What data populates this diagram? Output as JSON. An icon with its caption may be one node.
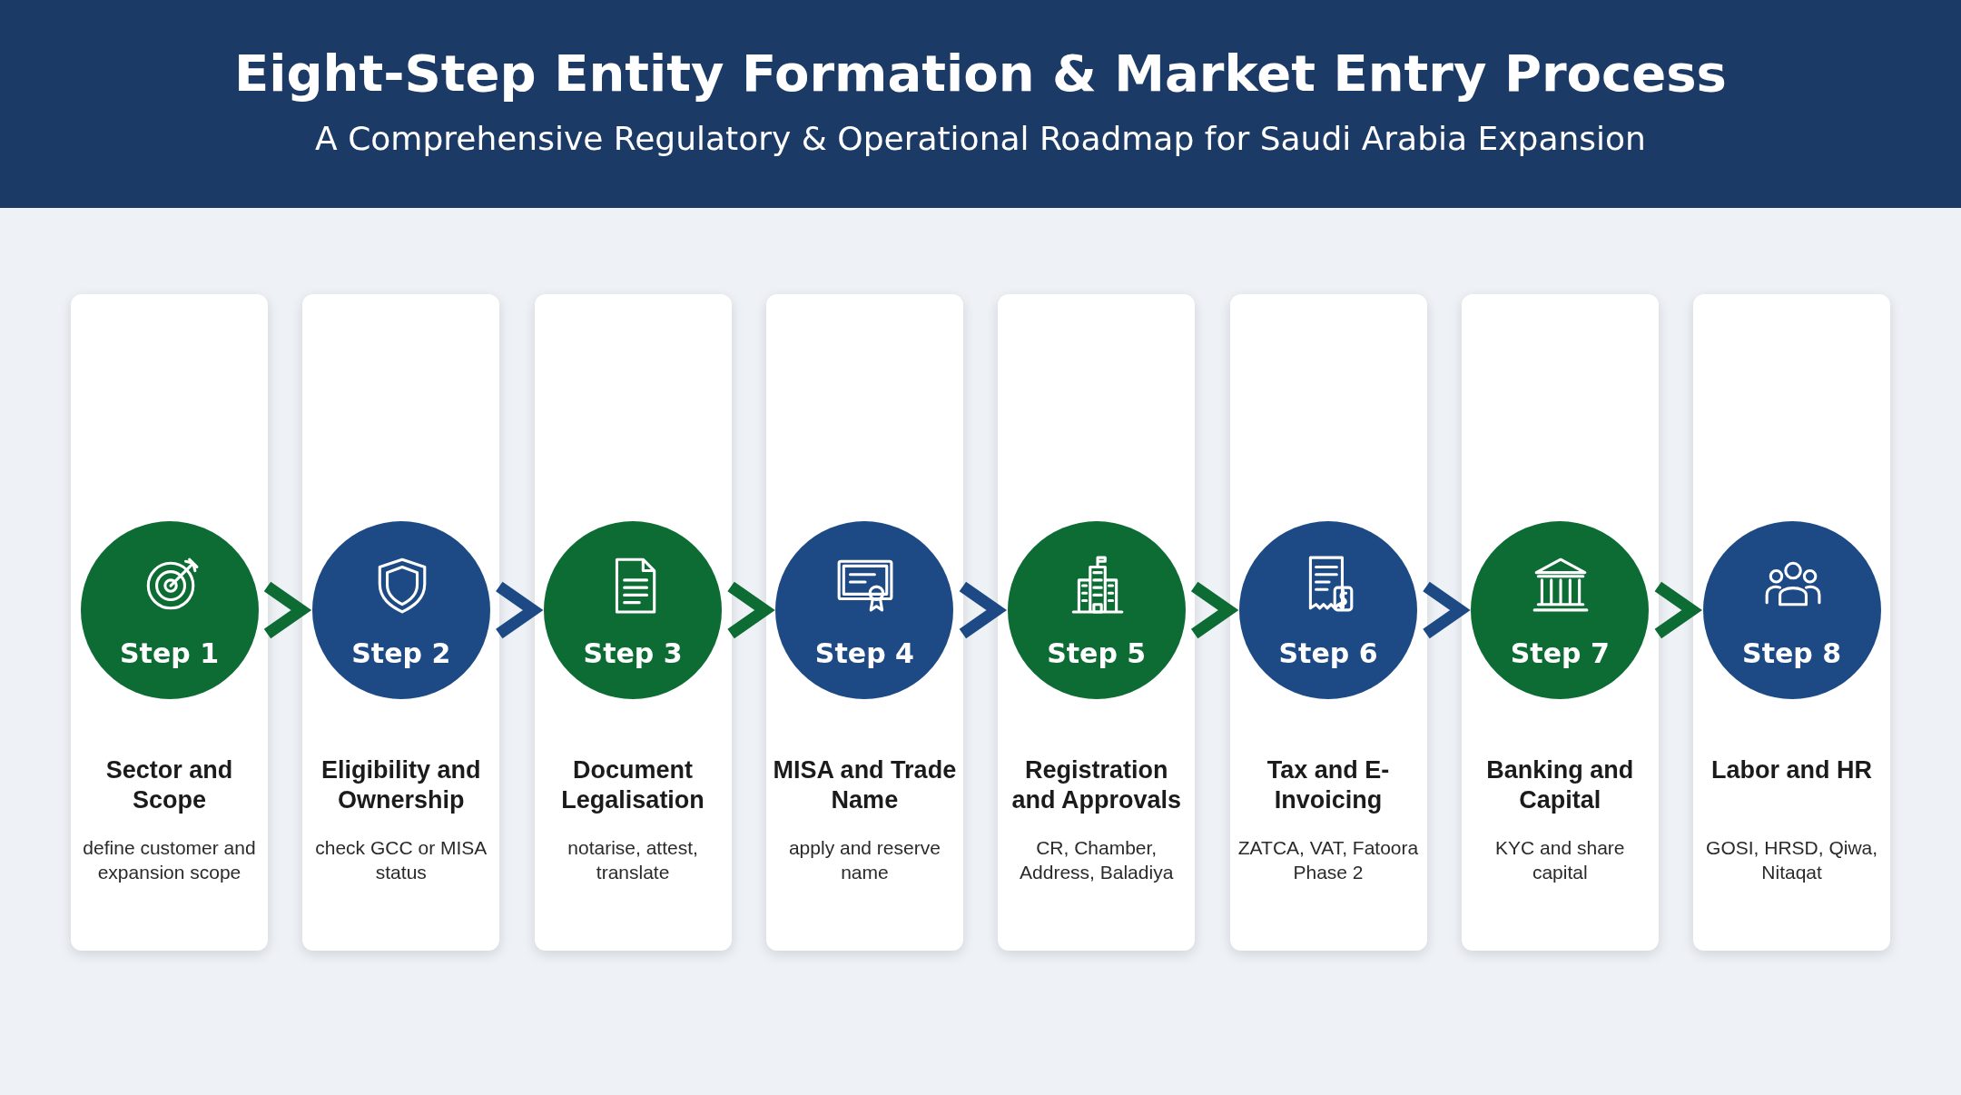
{
  "diagram": {
    "title": "Eight-Step Entity Formation & Market Entry Process",
    "caption": "A Comprehensive Regulatory & Operational Roadmap for Saudi Arabia Expansion",
    "nodes": [
      {
        "text": [
          "Sector and Scope",
          "define customer and expansion scope"
        ]
      },
      {
        "text": [
          "Step 1"
        ],
        "in": 0
      },
      {
        "text": [
          "Eligibility and Ownership",
          "check GCC or MISA status"
        ]
      },
      {
        "text": [
          "Step 2"
        ],
        "in": 2
      },
      {
        "text": [
          "Document Legalisation",
          "notarise, attest, translate"
        ]
      },
      {
        "text": [
          "Step 3"
        ],
        "in": 4
      },
      {
        "text": [
          "MISA and Trade Name",
          "apply and reserve name"
        ]
      },
      {
        "text": [
          "Step 4"
        ],
        "in": 6
      },
      {
        "text": [
          "Registration and Approvals",
          "CR, Chamber, Address, Baladiya"
        ]
      },
      {
        "text": [
          "Step 5"
        ],
        "in": 8
      },
      {
        "text": [
          "Tax and E-Invoicing",
          "ZATCA, VAT, Fatoora Phase 2"
        ]
      },
      {
        "text": [
          "Step 6"
        ],
        "in": 10
      },
      {
        "text": [
          "Banking and Capital",
          "KYC and share capital"
        ]
      },
      {
        "text": [
          "Step 7"
        ],
        "in": 12
      },
      {
        "text": [
          "Labor and HR",
          "GOSI, HRSD, Qiwa, Nitaqat"
        ]
      },
      {
        "text": [
          "Step 8"
        ],
        "in": 14
      }
    ],
    "edges": [
      {
        "from": 1,
        "to": 3,
        "arrow": "to"
      },
      {
        "from": 3,
        "to": 5,
        "arrow": "to",
        "color": "#1d4a85"
      },
      {
        "from": 5,
        "to": 7,
        "arrow": "to"
      },
      {
        "from": 7,
        "to": 9,
        "arrow": "to",
        "color": "#1d4a85"
      },
      {
        "from": 9,
        "to": 11,
        "arrow": "to"
      },
      {
        "from": 11,
        "to": 13,
        "arrow": "to",
        "color": "#1d4a85"
      },
      {
        "from": 13,
        "to": 15,
        "arrow": "to"
      }
    ]
  }
}
